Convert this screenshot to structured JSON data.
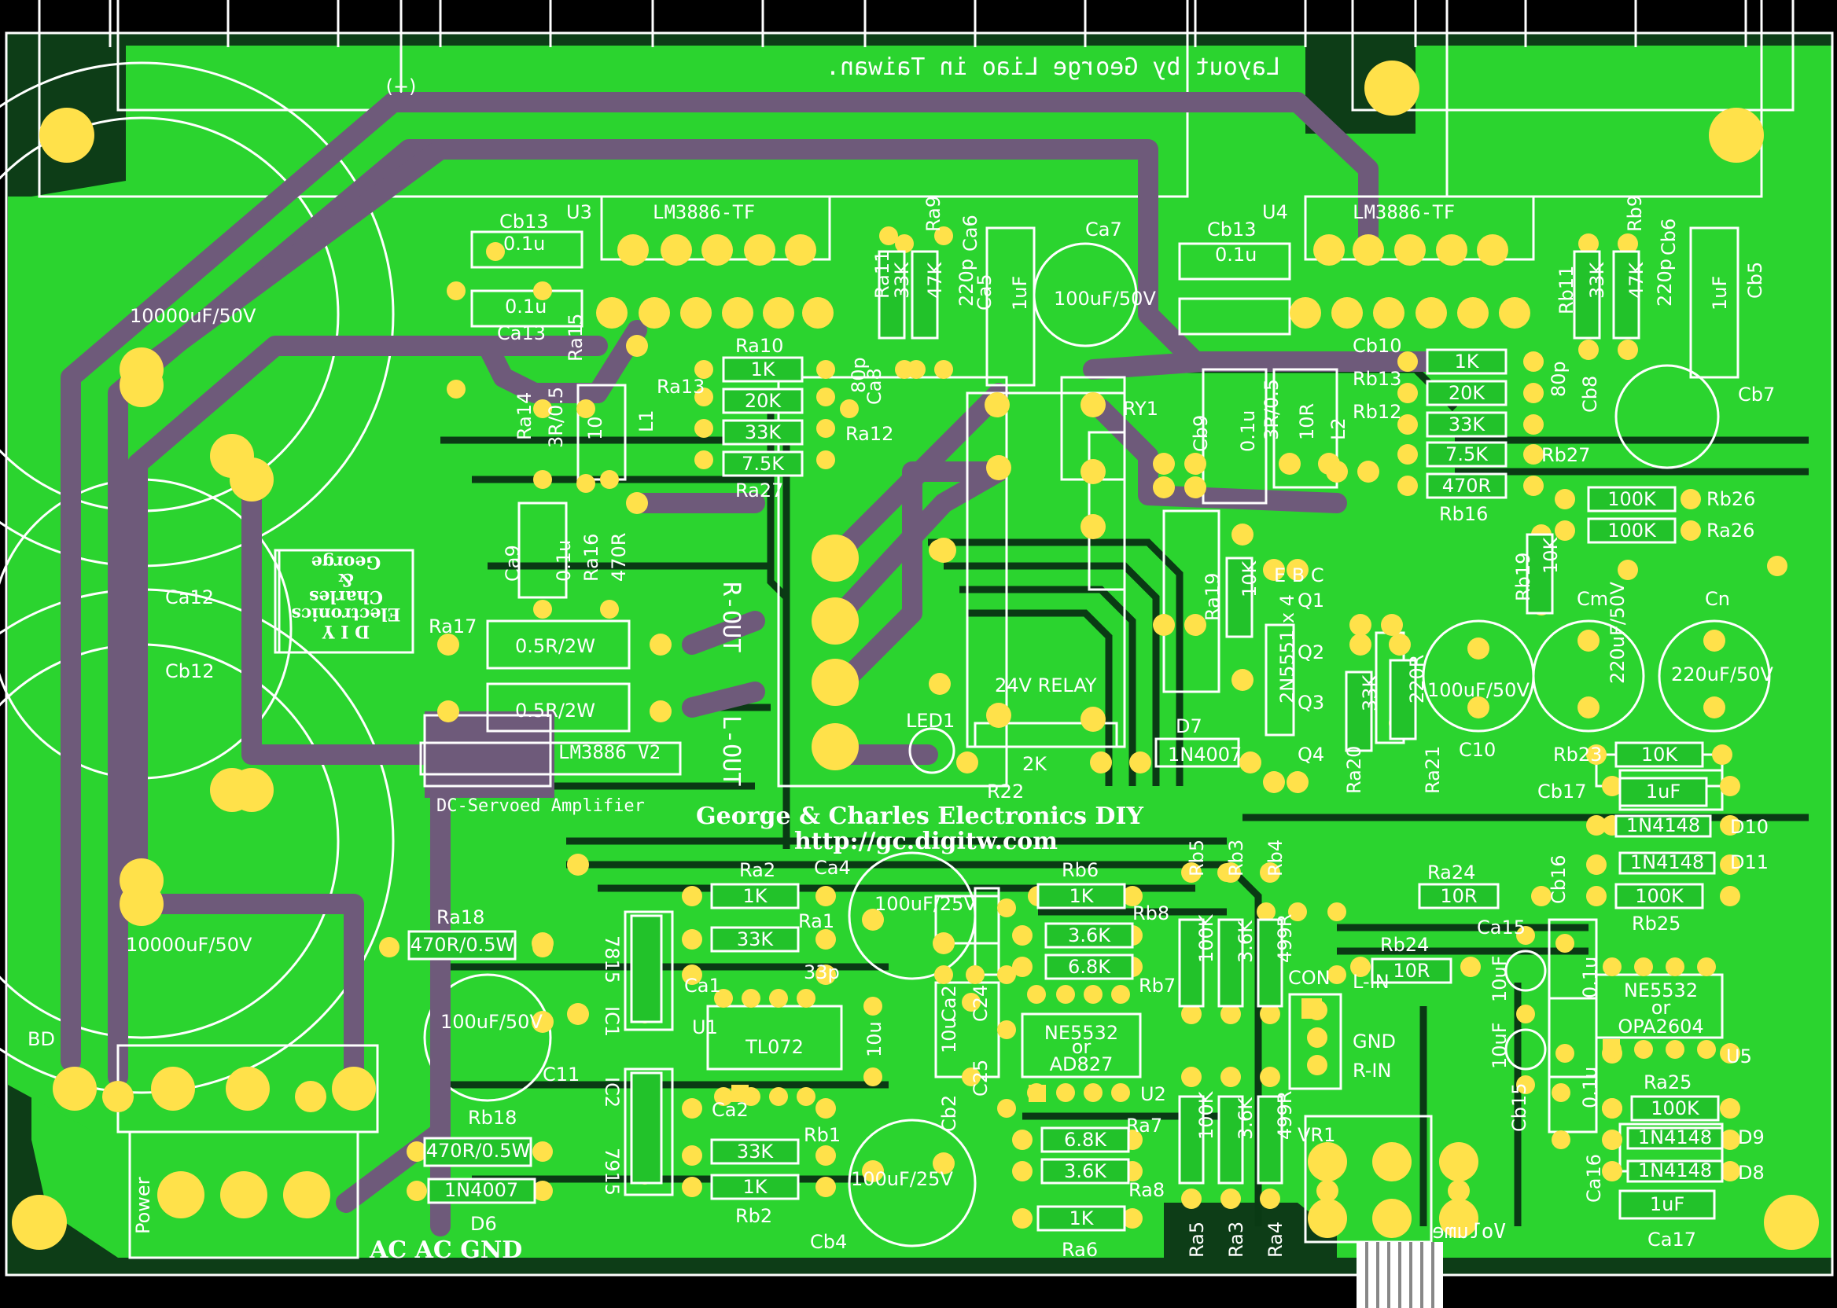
{
  "board": {
    "header_text": "Layout by George Liao in Taiwan.",
    "ic_left": "LM3886-TF",
    "ic_right": "LM3886-TF",
    "title_line1": "George & Charles Electronics DIY",
    "title_line2": "http://gc.digitw.com",
    "version_line1": "LM3886 V2",
    "version_line2": "DC-Servoed Amplifier",
    "logo": [
      "George",
      "&",
      "Charles",
      "Electronics",
      "D I Y"
    ],
    "relay_label": "24V RELAY",
    "power_label": "Power",
    "ac_label": "AC AC GND",
    "con_lines": [
      "L-IN",
      "GND",
      "R-IN"
    ],
    "volume_label": "Volume",
    "bd_label": "BD",
    "plus_sign": "(+)"
  },
  "colors": {
    "board_bg": "#0d3d17",
    "copper": "#2bd42f",
    "pad": "#ffe14a",
    "bigtrace": "#6e5a7a",
    "silk": "#ffffff"
  },
  "labels": {
    "cap_big_top": "10000uF/50V",
    "cap_big_bottom": "10000uF/50V",
    "ca12": "Ca12",
    "cb12": "Cb12",
    "cb13_left": "Cb13",
    "ca13_left": "Ca13",
    "val_01u": "0.1u",
    "u3": "U3",
    "u4": "U4",
    "ca7": "Ca7",
    "ca7_val": "100uF/50V",
    "ra10": "Ra10",
    "r_1k": "1K",
    "r_20k": "20K",
    "r_33k": "33K",
    "r_75k": "7.5K",
    "ra12": "Ra12",
    "ra27": "Ra27",
    "ra11": "Ra11",
    "ra9": "Ra9",
    "ca6": "Ca6",
    "ca5": "Ca5",
    "v_47k": "47K",
    "v_220p": "220p",
    "v_1uf": "1uF",
    "ra15": "Ra15",
    "ra14": "Ra14",
    "ra13": "Ra13",
    "l1": "L1",
    "ca8": "Ca8",
    "v_80p": "80p",
    "ry1": "RY1",
    "ca9": "Ca9",
    "ra16": "Ra16",
    "v_470r": "470R",
    "v_10": "10",
    "v_3r": "3R/0.5",
    "ra17": "Ra17",
    "v_05r": "0.5R/2W",
    "out_r": "R-OUT",
    "out_l": "L-OUT",
    "led1": "LED1",
    "r22": "R22",
    "v_2k": "2K",
    "d7": "D7",
    "v_1n4007": "1N4007",
    "cb13_right": "Cb13",
    "cb9": "Cb9",
    "l2": "L2",
    "cb10": "Cb10",
    "rb13": "Rb13",
    "rb12": "Rb12",
    "rb27": "Rb27",
    "rb16": "Rb16",
    "rb11": "Rb11",
    "rb9": "Rb9",
    "cb6": "Cb6",
    "cb5": "Cb5",
    "cb8": "Cb8",
    "cb7": "Cb7",
    "rb26": "Rb26",
    "ra26": "Ra26",
    "v_100k": "100K",
    "rb19": "Rb19",
    "v_10k": "10K",
    "cm": "Cm",
    "cn": "Cn",
    "v_220uf": "220uF/50V",
    "c10": "C10",
    "c10_val": "100uF/50V",
    "ra19": "Ra19",
    "ebc": "E B C",
    "q1": "Q1",
    "q2": "Q2",
    "q3": "Q3",
    "q4": "Q4",
    "q_part": "2N5551 x 4",
    "ra20": "Ra20",
    "ra21": "Ra21",
    "v_220r": "220R",
    "rb23": "Rb23",
    "cb17": "Cb17",
    "d10": "D10",
    "d11": "D11",
    "v_1n4148": "1N4148",
    "rb25": "Rb25",
    "ra24": "Ra24",
    "v_10r": "10R",
    "rb24": "Rb24",
    "ca15": "Ca15",
    "cb15": "Cb15",
    "cb16": "Cb16",
    "ca16": "Ca16",
    "v_10uf": "10uF",
    "ne5532b": "NE5532",
    "or": "or",
    "opa2604": "OPA2604",
    "u5": "U5",
    "ra25": "Ra25",
    "d9": "D9",
    "d8": "D8",
    "ca17": "Ca17",
    "ra18": "Ra18",
    "v_470r05": "470R/0.5W",
    "c11": "C11",
    "c11_val": "100uF/50V",
    "rb18": "Rb18",
    "d6": "D6",
    "ic1": "IC1",
    "ic2": "IC2",
    "v_7815": "7815",
    "v_7915": "7915",
    "ra2": "Ra2",
    "ra1": "Ra1",
    "ca1": "Ca1",
    "v_33p": "33p",
    "u1": "U1",
    "tl072": "TL072",
    "ca2": "Ca2",
    "rb1": "Rb1",
    "rb2": "Rb2",
    "ca4": "Ca4",
    "cb4": "Cb4",
    "v_100uf25": "100uF/25V",
    "ca2b": "Ca2",
    "cb2": "Cb2",
    "v_10u": "10u",
    "c24": "C24",
    "c25": "C25",
    "rb6": "Rb6",
    "rb8": "Rb8",
    "rb7": "Rb7",
    "v_36k": "3.6K",
    "v_68k": "6.8K",
    "ne5532": "NE5532",
    "ad827": "AD827",
    "u2": "U2",
    "ra7": "Ra7",
    "ra8": "Ra8",
    "ra6": "Ra6",
    "rb5": "Rb5",
    "rb3": "Rb3",
    "rb4": "Rb4",
    "ra5": "Ra5",
    "ra3": "Ra3",
    "ra4": "Ra4",
    "v_499r": "499R",
    "con": "CON",
    "vr1": "VR1"
  }
}
